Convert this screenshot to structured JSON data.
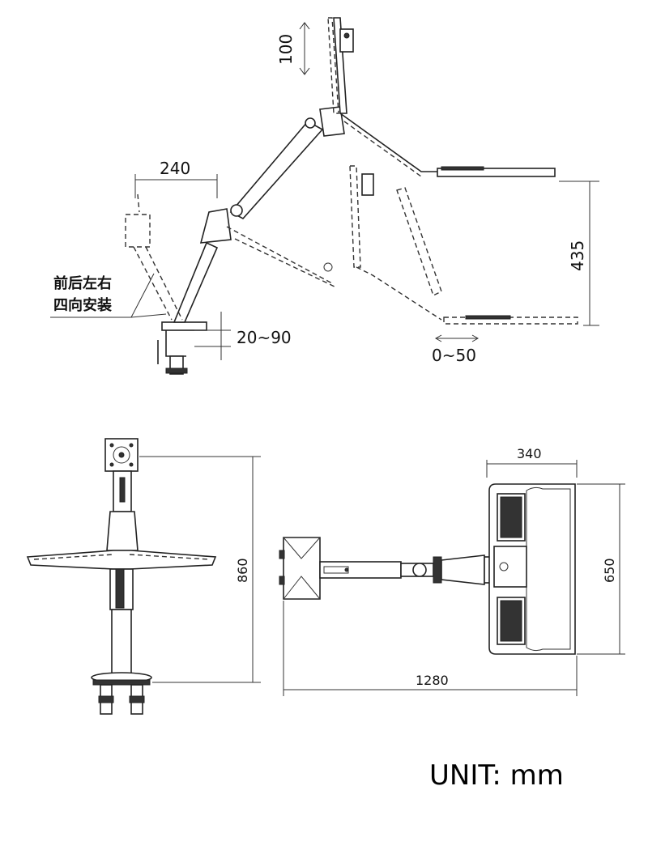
{
  "side_view": {
    "dim_240": "240",
    "dim_100": "100",
    "dim_435": "435",
    "dim_20_90": "20~90",
    "dim_0_50": "0~50",
    "install_note_line1": "前后左右",
    "install_note_line2": "四向安装"
  },
  "front_view": {
    "dim_860": "860"
  },
  "top_view": {
    "dim_340": "340",
    "dim_650": "650",
    "dim_1280": "1280"
  },
  "footer": {
    "unit_label": "UNIT: mm"
  }
}
